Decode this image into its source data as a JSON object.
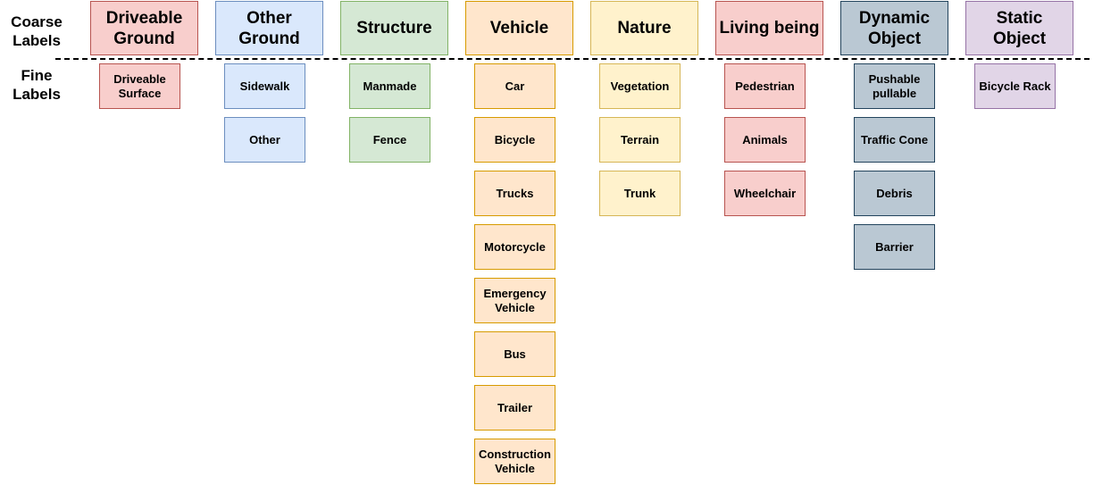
{
  "labels": {
    "coarse": "Coarse Labels",
    "fine": "Fine Labels"
  },
  "colors": {
    "red": {
      "fill": "#f8cecc",
      "stroke": "#b85450"
    },
    "blue": {
      "fill": "#dae8fc",
      "stroke": "#6c8ebf"
    },
    "green": {
      "fill": "#d5e8d4",
      "stroke": "#82b366"
    },
    "orange": {
      "fill": "#ffe6cc",
      "stroke": "#d79b00"
    },
    "yellow": {
      "fill": "#fff2cc",
      "stroke": "#d6b656"
    },
    "slate": {
      "fill": "#bac8d3",
      "stroke": "#23445d"
    },
    "purple": {
      "fill": "#e1d5e7",
      "stroke": "#9673a6"
    }
  },
  "categories": [
    {
      "name": "Driveable Ground",
      "color": "red",
      "fine": [
        "Driveable Surface"
      ]
    },
    {
      "name": "Other Ground",
      "color": "blue",
      "fine": [
        "Sidewalk",
        "Other"
      ]
    },
    {
      "name": "Structure",
      "color": "green",
      "fine": [
        "Manmade",
        "Fence"
      ]
    },
    {
      "name": "Vehicle",
      "color": "orange",
      "fine": [
        "Car",
        "Bicycle",
        "Trucks",
        "Motorcycle",
        "Emergency Vehicle",
        "Bus",
        "Trailer",
        "Construction Vehicle"
      ]
    },
    {
      "name": "Nature",
      "color": "yellow",
      "fine": [
        "Vegetation",
        "Terrain",
        "Trunk"
      ]
    },
    {
      "name": "Living being",
      "color": "red",
      "fine": [
        "Pedestrian",
        "Animals",
        "Wheelchair"
      ]
    },
    {
      "name": "Dynamic Object",
      "color": "slate",
      "fine": [
        "Pushable pullable",
        "Traffic Cone",
        "Debris",
        "Barrier"
      ]
    },
    {
      "name": "Static Object",
      "color": "purple",
      "fine": [
        "Bicycle Rack"
      ]
    }
  ]
}
